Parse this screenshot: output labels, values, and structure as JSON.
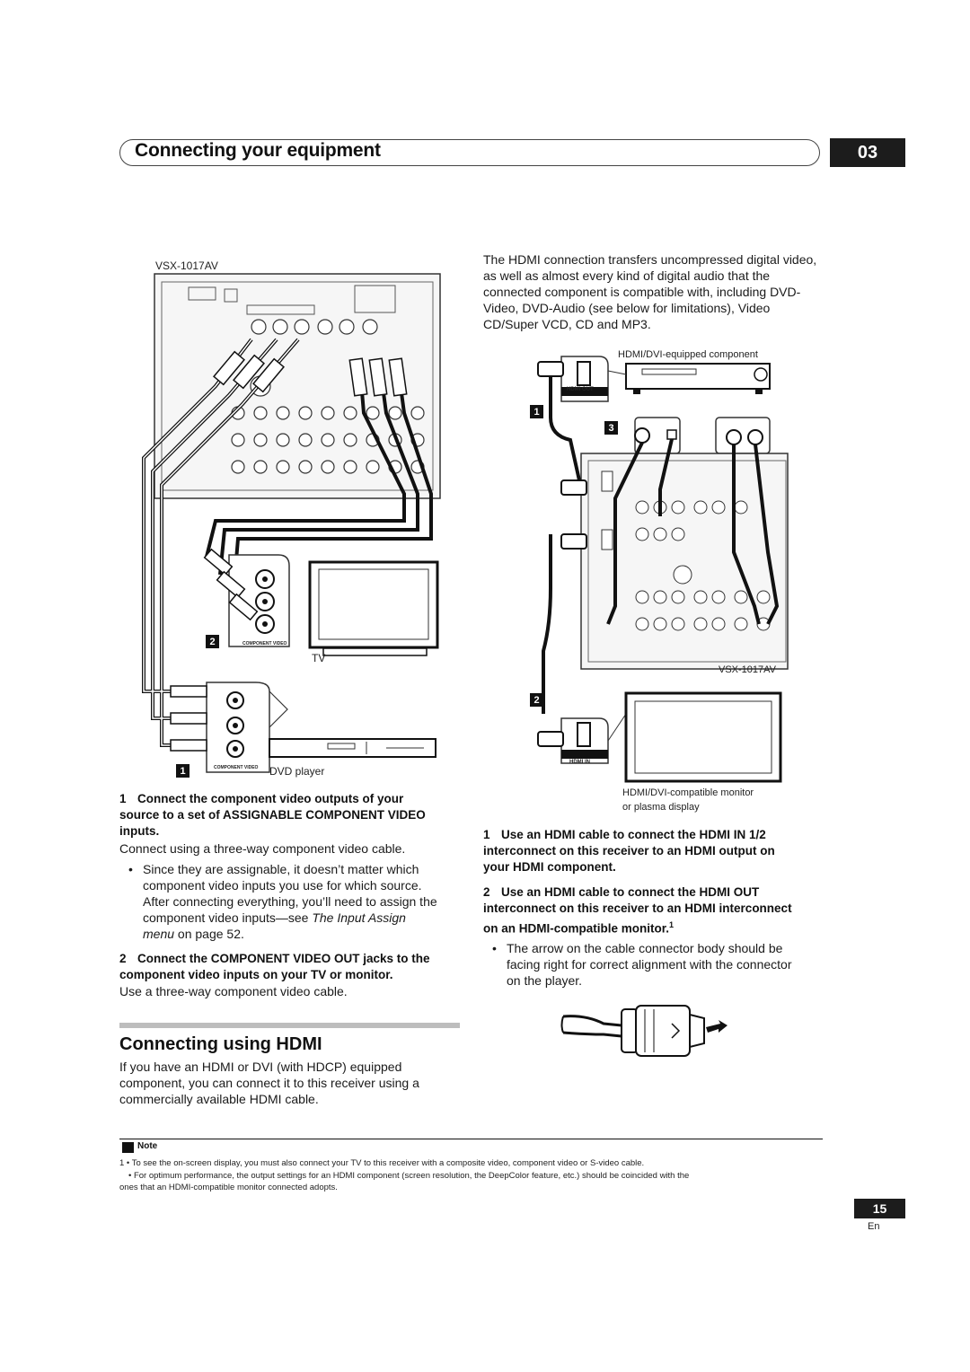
{
  "header": {
    "title": "Connecting your equipment",
    "chapter": "03"
  },
  "left_figure": {
    "receiver_label": "VSX-1017AV",
    "tv_label": "TV",
    "dvd_label": "DVD player",
    "step_tags": [
      "2",
      "1"
    ],
    "jack_labels": [
      "COMPONENT VIDEO",
      "COMPONENT VIDEO"
    ]
  },
  "right_intro": "The HDMI connection transfers uncompressed digital video, as well as almost every kind of digital audio that the connected component is compatible with, including DVD-Video, DVD-Audio (see below for limitations), Video CD/Super VCD, CD and MP3.",
  "right_figure": {
    "component_label": "HDMI/DVI-equipped component",
    "receiver_label": "VSX-1017AV",
    "hdmi_out_label": "HDMI OUT",
    "hdmi_in_label": "HDMI IN",
    "monitor_label_line1": "HDMI/DVI-compatible monitor",
    "monitor_label_line2": "or plasma display",
    "step_tags": [
      "1",
      "3",
      "2"
    ]
  },
  "left_steps": [
    {
      "num": "1",
      "heading_lines": [
        "Connect the component video outputs of your",
        "source to a set of ASSIGNABLE COMPONENT VIDEO",
        "inputs."
      ],
      "body": "Connect using a three-way component video cable.",
      "bullet_lines": [
        "Since they are assignable, it doesn’t matter which",
        "component video inputs you use for which source.",
        "After connecting everything, you’ll need to assign the",
        "component video inputs—see "
      ],
      "bullet_italic": "The Input Assign",
      "bullet_tail_italic": "menu",
      "bullet_tail": " on page 52."
    },
    {
      "num": "2",
      "heading_lines": [
        "Connect the COMPONENT VIDEO OUT jacks to the",
        "component video inputs on your TV or monitor."
      ],
      "body": "Use a three-way component video cable."
    }
  ],
  "section": {
    "title": "Connecting using HDMI",
    "body_lines": [
      "If you have an HDMI or DVI (with HDCP) equipped",
      "component, you can connect it to this receiver using a",
      "commercially available HDMI cable."
    ]
  },
  "right_steps": [
    {
      "num": "1",
      "heading_lines": [
        "Use an HDMI cable to connect the HDMI IN 1/2",
        "interconnect on this receiver to an HDMI output on",
        "your HDMI component."
      ]
    },
    {
      "num": "2",
      "heading_lines": [
        "Use an HDMI cable to connect the HDMI OUT",
        "interconnect on this receiver to an HDMI interconnect",
        "on an HDMI-compatible monitor."
      ],
      "footnote_ref": "1",
      "bullet_lines": [
        "The arrow on the cable connector body should be",
        "facing right for correct alignment with the connector",
        "on the player."
      ]
    }
  ],
  "note": {
    "title": "Note",
    "line1": "1  • To see the on-screen display, you must also connect your TV to this receiver with a composite video, component video or S-video cable.",
    "line2": "• For optimum performance, the output settings for an HDMI component (screen resolution, the DeepColor feature, etc.) should be coincided with the",
    "line3": "ones that an HDMI-compatible monitor connected adopts."
  },
  "footer": {
    "page": "15",
    "lang": "En"
  }
}
